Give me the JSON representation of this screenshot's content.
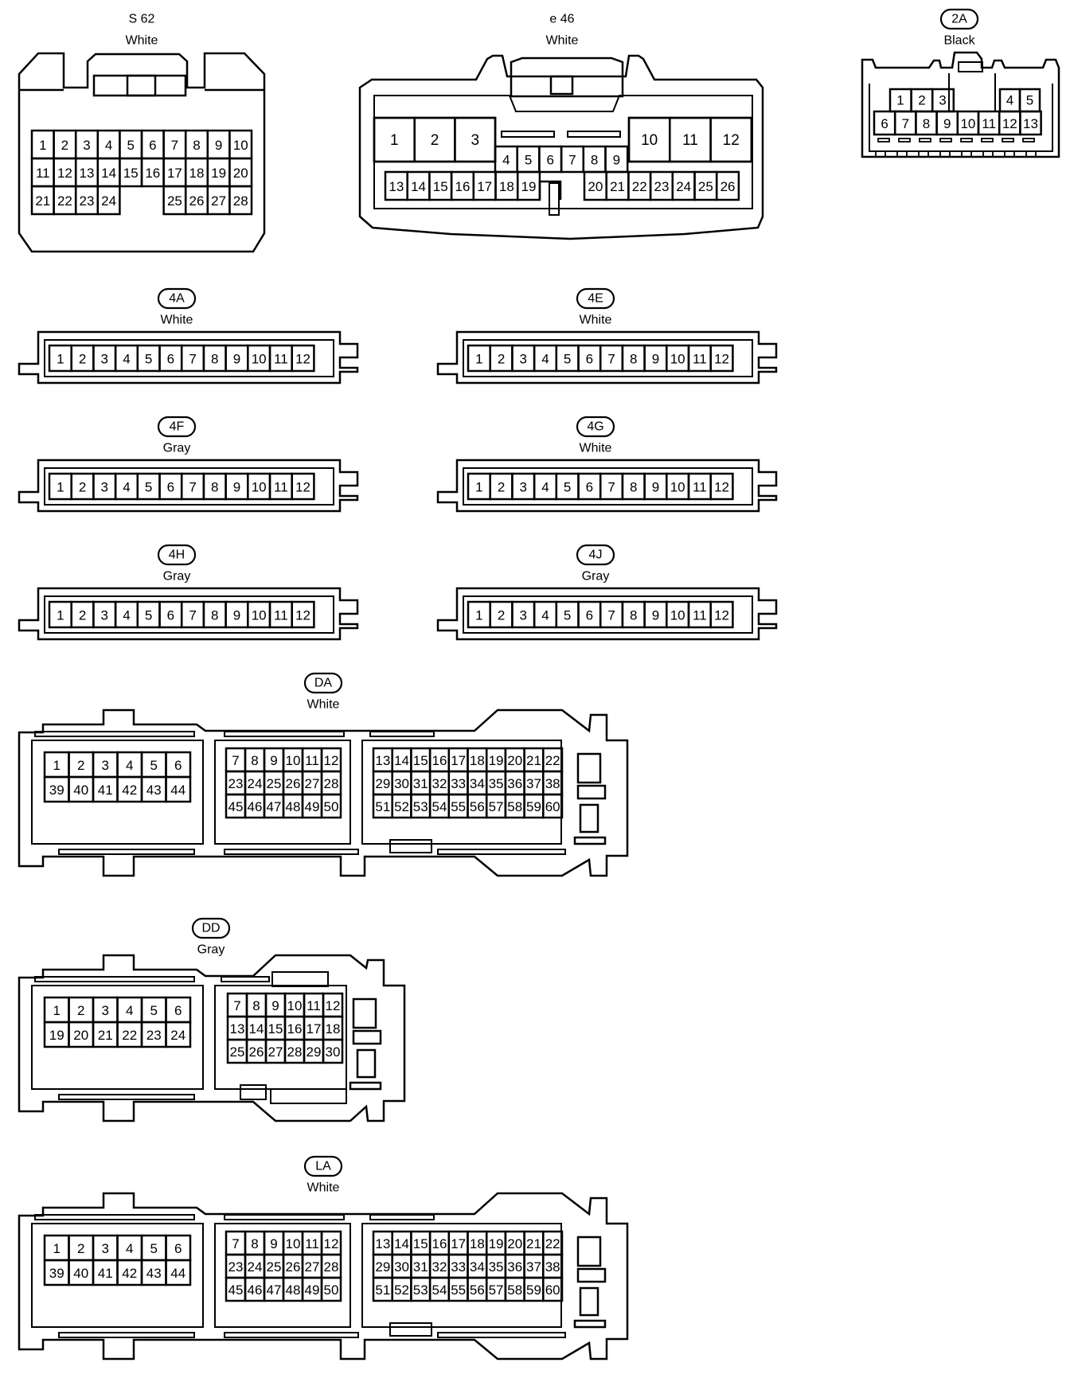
{
  "connectors": {
    "s62": {
      "code": "S 62",
      "color": "White",
      "pin_rows": [
        [
          "1",
          "2",
          "3",
          "4",
          "5",
          "6",
          "7",
          "8",
          "9",
          "10"
        ],
        [
          "11",
          "12",
          "13",
          "14",
          "15",
          "16",
          "17",
          "18",
          "19",
          "20"
        ],
        [
          "21",
          "22",
          "23",
          "24",
          "25",
          "26",
          "27",
          "28"
        ]
      ]
    },
    "e46": {
      "code": "e 46",
      "color": "White",
      "large_pins_left": [
        "1",
        "2",
        "3"
      ],
      "large_pins_right": [
        "10",
        "11",
        "12"
      ],
      "center_pins": [
        "4",
        "5",
        "6",
        "7",
        "8",
        "9"
      ],
      "bottom_left_pins": [
        "13",
        "14",
        "15",
        "16",
        "17",
        "18",
        "19"
      ],
      "bottom_right_pins": [
        "20",
        "21",
        "22",
        "23",
        "24",
        "25",
        "26"
      ]
    },
    "c2a": {
      "code": "2A",
      "color": "Black",
      "top_left_pins": [
        "1",
        "2",
        "3"
      ],
      "top_right_pins": [
        "4",
        "5"
      ],
      "bottom_pins": [
        "6",
        "7",
        "8",
        "9",
        "10",
        "11",
        "12",
        "13"
      ]
    },
    "c4a": {
      "code": "4A",
      "color": "White",
      "pins": [
        "1",
        "2",
        "3",
        "4",
        "5",
        "6",
        "7",
        "8",
        "9",
        "10",
        "11",
        "12"
      ]
    },
    "c4e": {
      "code": "4E",
      "color": "White",
      "pins": [
        "1",
        "2",
        "3",
        "4",
        "5",
        "6",
        "7",
        "8",
        "9",
        "10",
        "11",
        "12"
      ]
    },
    "c4f": {
      "code": "4F",
      "color": "Gray",
      "pins": [
        "1",
        "2",
        "3",
        "4",
        "5",
        "6",
        "7",
        "8",
        "9",
        "10",
        "11",
        "12"
      ]
    },
    "c4g": {
      "code": "4G",
      "color": "White",
      "pins": [
        "1",
        "2",
        "3",
        "4",
        "5",
        "6",
        "7",
        "8",
        "9",
        "10",
        "11",
        "12"
      ]
    },
    "c4h": {
      "code": "4H",
      "color": "Gray",
      "pins": [
        "1",
        "2",
        "3",
        "4",
        "5",
        "6",
        "7",
        "8",
        "9",
        "10",
        "11",
        "12"
      ]
    },
    "c4j": {
      "code": "4J",
      "color": "Gray",
      "pins": [
        "1",
        "2",
        "3",
        "4",
        "5",
        "6",
        "7",
        "8",
        "9",
        "10",
        "11",
        "12"
      ]
    },
    "da": {
      "code": "DA",
      "color": "White",
      "block1": [
        [
          "1",
          "2",
          "3",
          "4",
          "5",
          "6"
        ],
        [
          "39",
          "40",
          "41",
          "42",
          "43",
          "44"
        ]
      ],
      "block2": [
        [
          "7",
          "8",
          "9",
          "10",
          "11",
          "12"
        ],
        [
          "23",
          "24",
          "25",
          "26",
          "27",
          "28"
        ],
        [
          "45",
          "46",
          "47",
          "48",
          "49",
          "50"
        ]
      ],
      "block3": [
        [
          "13",
          "14",
          "15",
          "16",
          "17",
          "18",
          "19",
          "20",
          "21",
          "22"
        ],
        [
          "29",
          "30",
          "31",
          "32",
          "33",
          "34",
          "35",
          "36",
          "37",
          "38"
        ],
        [
          "51",
          "52",
          "53",
          "54",
          "55",
          "56",
          "57",
          "58",
          "59",
          "60"
        ]
      ]
    },
    "dd": {
      "code": "DD",
      "color": "Gray",
      "block1": [
        [
          "1",
          "2",
          "3",
          "4",
          "5",
          "6"
        ],
        [
          "19",
          "20",
          "21",
          "22",
          "23",
          "24"
        ]
      ],
      "block2": [
        [
          "7",
          "8",
          "9",
          "10",
          "11",
          "12"
        ],
        [
          "13",
          "14",
          "15",
          "16",
          "17",
          "18"
        ],
        [
          "25",
          "26",
          "27",
          "28",
          "29",
          "30"
        ]
      ]
    },
    "la": {
      "code": "LA",
      "color": "White",
      "block1": [
        [
          "1",
          "2",
          "3",
          "4",
          "5",
          "6"
        ],
        [
          "39",
          "40",
          "41",
          "42",
          "43",
          "44"
        ]
      ],
      "block2": [
        [
          "7",
          "8",
          "9",
          "10",
          "11",
          "12"
        ],
        [
          "23",
          "24",
          "25",
          "26",
          "27",
          "28"
        ],
        [
          "45",
          "46",
          "47",
          "48",
          "49",
          "50"
        ]
      ],
      "block3": [
        [
          "13",
          "14",
          "15",
          "16",
          "17",
          "18",
          "19",
          "20",
          "21",
          "22"
        ],
        [
          "29",
          "30",
          "31",
          "32",
          "33",
          "34",
          "35",
          "36",
          "37",
          "38"
        ],
        [
          "51",
          "52",
          "53",
          "54",
          "55",
          "56",
          "57",
          "58",
          "59",
          "60"
        ]
      ]
    }
  }
}
